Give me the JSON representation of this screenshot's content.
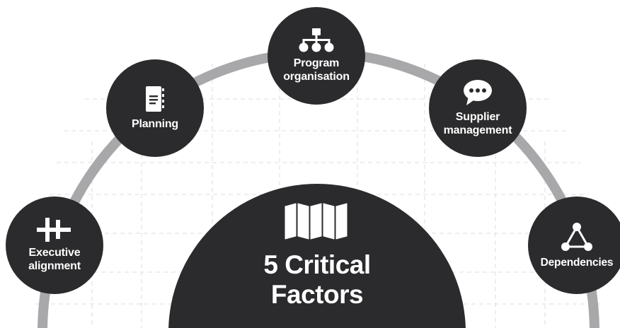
{
  "center": {
    "title_line1": "5 Critical",
    "title_line2": "Factors",
    "icon": "folded-map-icon"
  },
  "nodes": {
    "program": {
      "label_line1": "Program",
      "label_line2": "organisation",
      "icon": "org-chart-icon"
    },
    "planning": {
      "label": "Planning",
      "icon": "notebook-icon"
    },
    "supplier": {
      "label_line1": "Supplier",
      "label_line2": "management",
      "icon": "speech-bubble-icon"
    },
    "executive": {
      "label_line1": "Executive",
      "label_line2": "alignment",
      "icon": "alignment-plus-icon"
    },
    "dependencies": {
      "label": "Dependencies",
      "icon": "triangle-network-icon"
    }
  },
  "colors": {
    "circle": "#2b2a2c",
    "arc": "#a8a8aa",
    "text": "#ffffff",
    "background": "#ffffff"
  }
}
